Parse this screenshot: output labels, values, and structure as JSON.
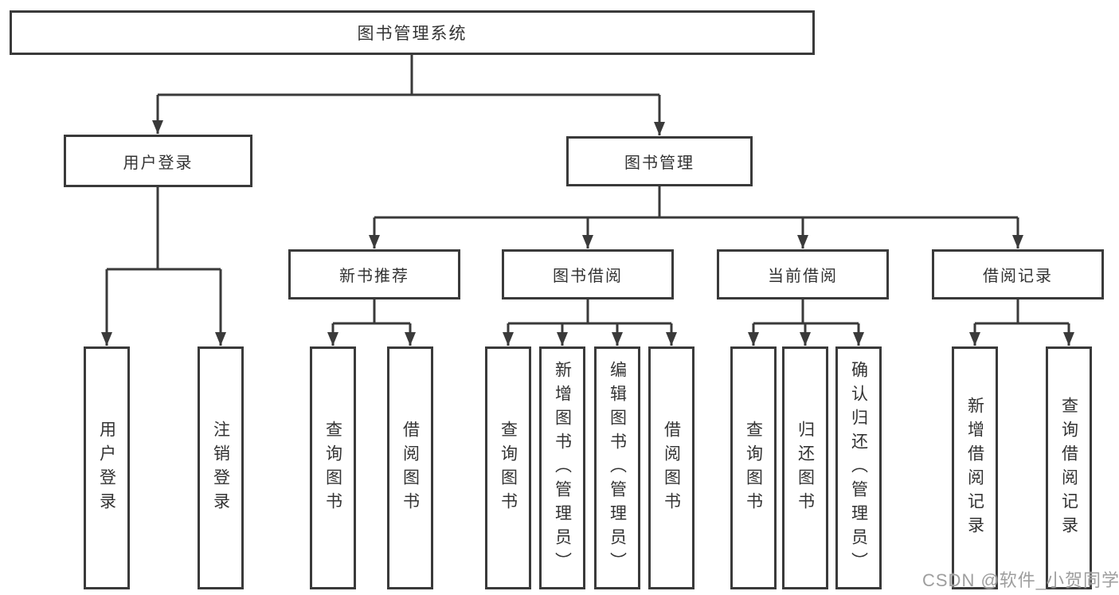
{
  "tree": {
    "root": {
      "label": "图书管理系统"
    },
    "branches": [
      {
        "label": "用户登录",
        "children": [
          {
            "label": "用户登录"
          },
          {
            "label": "注销登录"
          }
        ]
      },
      {
        "label": "图书管理",
        "children": [
          {
            "label": "新书推荐",
            "children": [
              {
                "label": "查询图书"
              },
              {
                "label": "借阅图书"
              }
            ]
          },
          {
            "label": "图书借阅",
            "children": [
              {
                "label": "查询图书"
              },
              {
                "label": "新增图书（管理员）"
              },
              {
                "label": "编辑图书（管理员）"
              },
              {
                "label": "借阅图书"
              }
            ]
          },
          {
            "label": "当前借阅",
            "children": [
              {
                "label": "查询图书"
              },
              {
                "label": "归还图书"
              },
              {
                "label": "确认归还（管理员）"
              }
            ]
          },
          {
            "label": "借阅记录",
            "children": [
              {
                "label": "新增借阅记录"
              },
              {
                "label": "查询借阅记录"
              }
            ]
          }
        ]
      }
    ]
  },
  "watermark": {
    "text": "CSDN @软件_小贺同学"
  },
  "colors": {
    "line": "#3a3a3a",
    "text": "#333333",
    "watermark": "#9e9e9e",
    "background": "#ffffff"
  }
}
